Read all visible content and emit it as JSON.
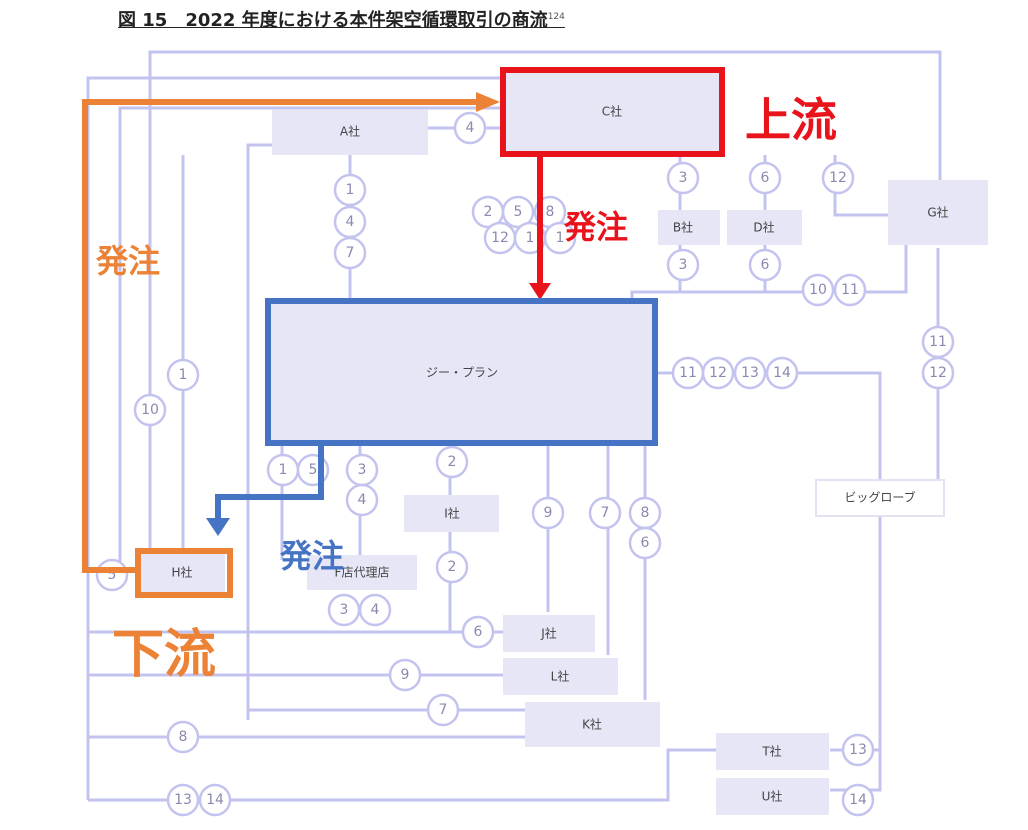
{
  "title": "図 15　2022 年度における本件架空循環取引の商流",
  "title_footnote": "124",
  "nodes": {
    "c": "C社",
    "a": "A社",
    "b": "B社",
    "d": "D社",
    "g": "G社",
    "gplan": "ジー・プラン",
    "i": "I社",
    "f": "F店代理店",
    "h": "H社",
    "j": "J社",
    "l": "L社",
    "k": "K社",
    "biglobe": "ビッグローブ",
    "t": "T社",
    "u": "U社"
  },
  "annotations": {
    "upstream": "上流",
    "downstream": "下流",
    "order_red": "発注",
    "order_orange": "発注",
    "order_blue": "発注"
  },
  "colors": {
    "red": "#e8131b",
    "orange": "#ec8235",
    "blue": "#4674c4",
    "line": "#c3c3ef",
    "box": "#e6e6f7"
  },
  "badges": [
    "4",
    "1",
    "4",
    "7",
    "2",
    "5",
    "8",
    "12",
    "1",
    "1",
    "3",
    "6",
    "3",
    "6",
    "12",
    "10",
    "11",
    "11",
    "12",
    "11",
    "12",
    "13",
    "14",
    "1",
    "10",
    "1",
    "5",
    "3",
    "4",
    "2",
    "2",
    "3",
    "4",
    "6",
    "9",
    "7",
    "8",
    "6",
    "9",
    "7",
    "8",
    "13",
    "14",
    "13",
    "14",
    "5"
  ]
}
